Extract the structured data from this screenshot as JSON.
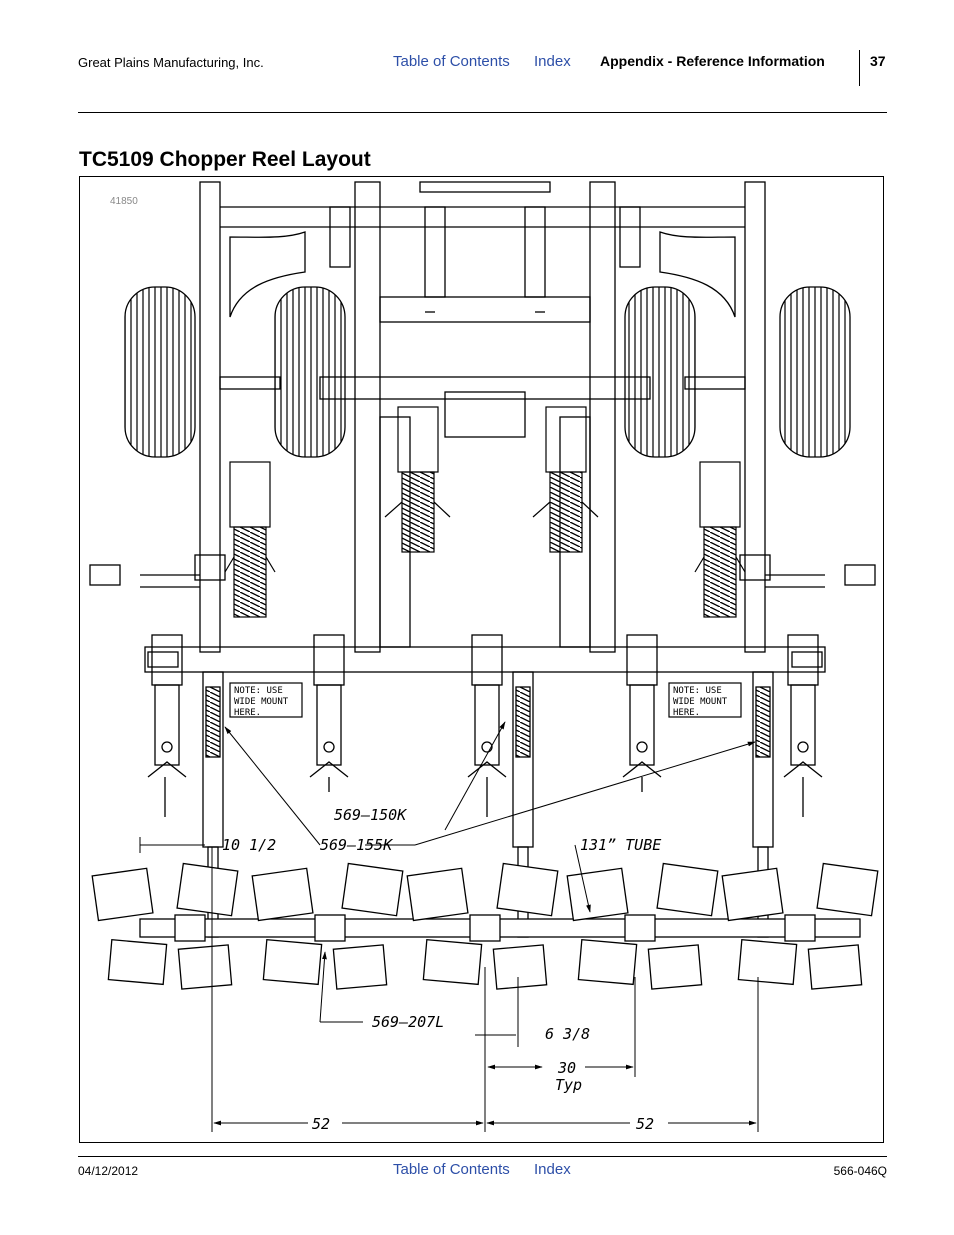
{
  "header": {
    "company": "Great Plains Manufacturing, Inc.",
    "toc_link": "Table of Contents",
    "index_link": "Index",
    "section": "Appendix - Reference Information",
    "page_number": "37"
  },
  "title": "TC5109 Chopper Reel Layout",
  "figure": {
    "id": "41850",
    "notes": [
      [
        "NOTE: USE",
        "WIDE MOUNT",
        "HERE."
      ],
      [
        "NOTE: USE",
        "WIDE MOUNT",
        "HERE."
      ]
    ],
    "callouts": {
      "part_150k": "569–150K",
      "part_155k": "569–155K",
      "part_207l": "569–207L",
      "tube": "131” TUBE"
    },
    "dimensions": {
      "offset": "10 1/2",
      "gap": "6 3/8",
      "spacing": "30",
      "spacing_note": "Typ",
      "left_span": "52",
      "right_span": "52"
    }
  },
  "footer": {
    "date": "04/12/2012",
    "toc_link": "Table of Contents",
    "index_link": "Index",
    "doc_number": "566-046Q"
  }
}
